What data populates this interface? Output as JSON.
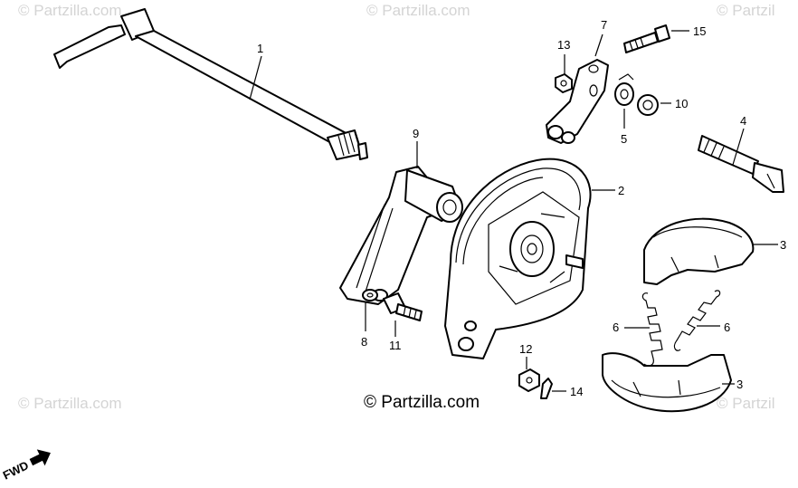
{
  "watermarks": {
    "top_left": "© Partzilla.com",
    "top_center": "© Partzilla.com",
    "top_right": "© Partzil",
    "bottom_left": "© Partzilla.com",
    "bottom_right": "© Partzil",
    "center": "© Partzilla.com"
  },
  "fwd_label": "FWD",
  "callouts": [
    {
      "id": "1",
      "label": "1"
    },
    {
      "id": "2",
      "label": "2"
    },
    {
      "id": "3a",
      "label": "3"
    },
    {
      "id": "3b",
      "label": "3"
    },
    {
      "id": "4",
      "label": "4"
    },
    {
      "id": "5",
      "label": "5"
    },
    {
      "id": "6a",
      "label": "6"
    },
    {
      "id": "6b",
      "label": "6"
    },
    {
      "id": "7",
      "label": "7"
    },
    {
      "id": "8",
      "label": "8"
    },
    {
      "id": "9",
      "label": "9"
    },
    {
      "id": "10",
      "label": "10"
    },
    {
      "id": "11",
      "label": "11"
    },
    {
      "id": "12",
      "label": "12"
    },
    {
      "id": "13",
      "label": "13"
    },
    {
      "id": "14",
      "label": "14"
    },
    {
      "id": "15",
      "label": "15"
    }
  ]
}
